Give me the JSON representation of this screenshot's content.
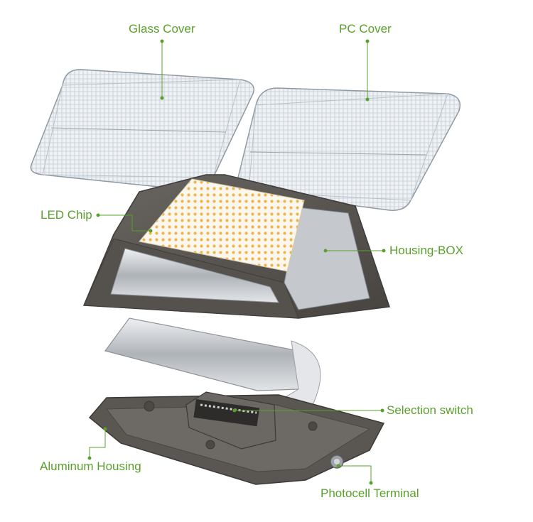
{
  "labels": {
    "glass_cover": "Glass Cover",
    "pc_cover": "PC Cover",
    "led_chip": "LED Chip",
    "housing_box": "Housing-BOX",
    "selection_switch": "Selection switch",
    "aluminum_housing": "Aluminum Housing",
    "photocell_terminal": "Photocell Terminal"
  },
  "colors": {
    "label_text": "#5aa02c",
    "leader_line": "#5aa02c",
    "housing": "#5d5955",
    "housing_dark": "#3f3c39",
    "reflector": "#c9ccd0",
    "cover": "#e9eef2",
    "led": "#f2b64a",
    "background": "#ffffff"
  }
}
